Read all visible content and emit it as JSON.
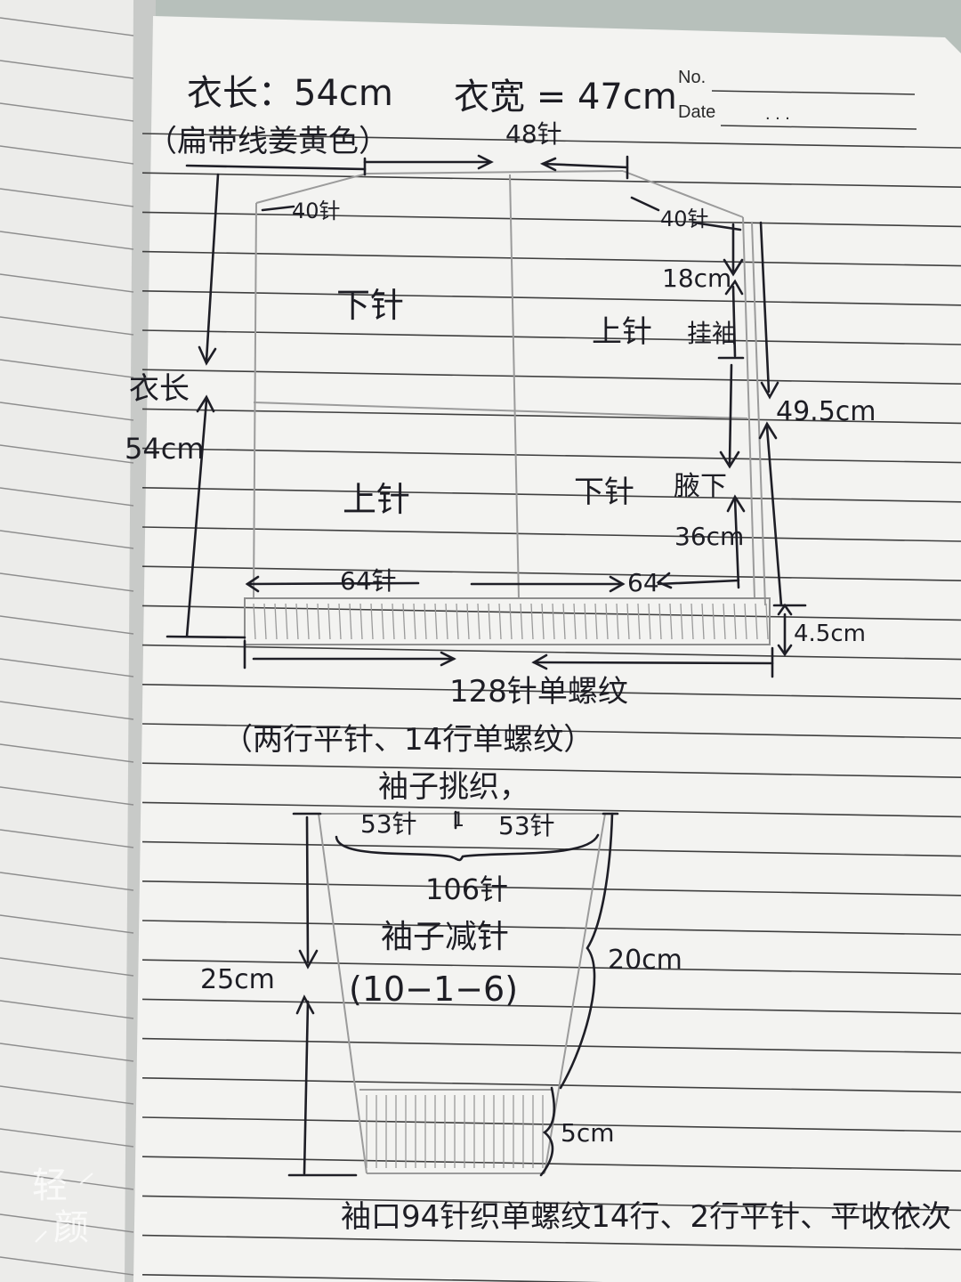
{
  "header": {
    "no_label": "No.",
    "date_label": "Date",
    "date_dots": ".   .   .",
    "length_note": "衣长：54cm",
    "width_note": "衣宽 = 47cm",
    "band_note": "（扁带线姜黄色）"
  },
  "body_diagram": {
    "top_stitches": "48针",
    "shoulder_left": "40针",
    "shoulder_right": "40针",
    "back_upper": "下针",
    "front_upper": "上针",
    "front_upper_side": "挂袖",
    "back_lower": "上针",
    "front_lower": "下针",
    "underarm": "腋下",
    "length_label_1": "衣长",
    "length_label_2": "54cm",
    "armhole_cm": "18cm",
    "side_cm": "49.5cm",
    "underarm_cm": "36cm",
    "hem_left": "64针",
    "hem_right": "64",
    "ribbing_cm": "4.5cm",
    "hem_total": "128针单螺纹",
    "hem_note": "（两行平针、14行单螺纹）"
  },
  "sleeve_diagram": {
    "title": "袖子挑织，",
    "left_stitches": "53针",
    "mid_mark": "1",
    "right_stitches": "53针",
    "total_stitches": "106针",
    "decrease_label": "袖子减针",
    "decrease_formula": "(10−1−6)",
    "total_cm": "25cm",
    "upper_cm": "20cm",
    "cuff_cm": "5cm",
    "cuff_note": "袖口94针织单螺纹14行、2行平针、平收依次"
  },
  "watermark": {
    "line1": "轻",
    "line2": "颜"
  },
  "colors": {
    "paper": "#f2f2f0",
    "ink": "#1d1d24",
    "pencil": "#9a9a9a",
    "rule": "#3a3a3a"
  }
}
